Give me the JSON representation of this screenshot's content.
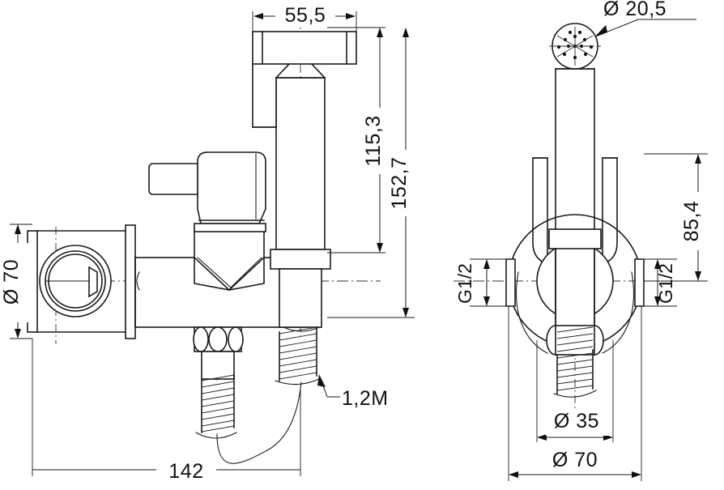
{
  "drawing": {
    "title": "Bidet spray shower technical drawing",
    "units": "mm",
    "views": [
      {
        "name": "side-view",
        "position": "left"
      },
      {
        "name": "front-view",
        "position": "right"
      }
    ]
  },
  "dimensions": {
    "spray_head_width": "55,5",
    "height_to_head": "115,3",
    "total_height": "152,7",
    "escutcheon_diameter_side": "Ø 70",
    "overall_length": "142",
    "hose_length": "1,2M",
    "spray_head_diameter": "Ø 20,5",
    "valve_center_height": "85,4",
    "thread_left": "G1/2",
    "thread_right": "G1/2",
    "collar_diameter": "Ø 35",
    "escutcheon_diameter_front": "Ø 70"
  },
  "colors": {
    "line": "#1a1a1a",
    "centerline": "#333333",
    "background": "#ffffff"
  }
}
